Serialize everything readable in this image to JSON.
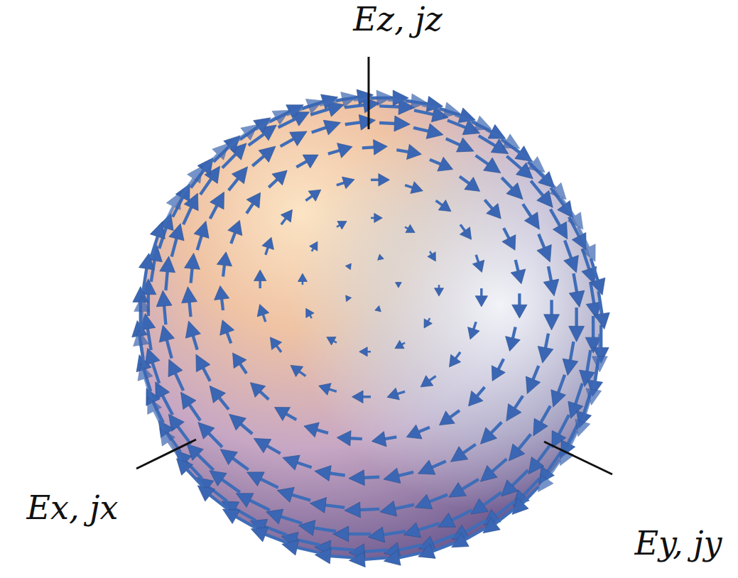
{
  "diagram": {
    "labels": [
      "Ez, jz",
      "Ex, jx",
      "Ey, jy"
    ]
  }
}
